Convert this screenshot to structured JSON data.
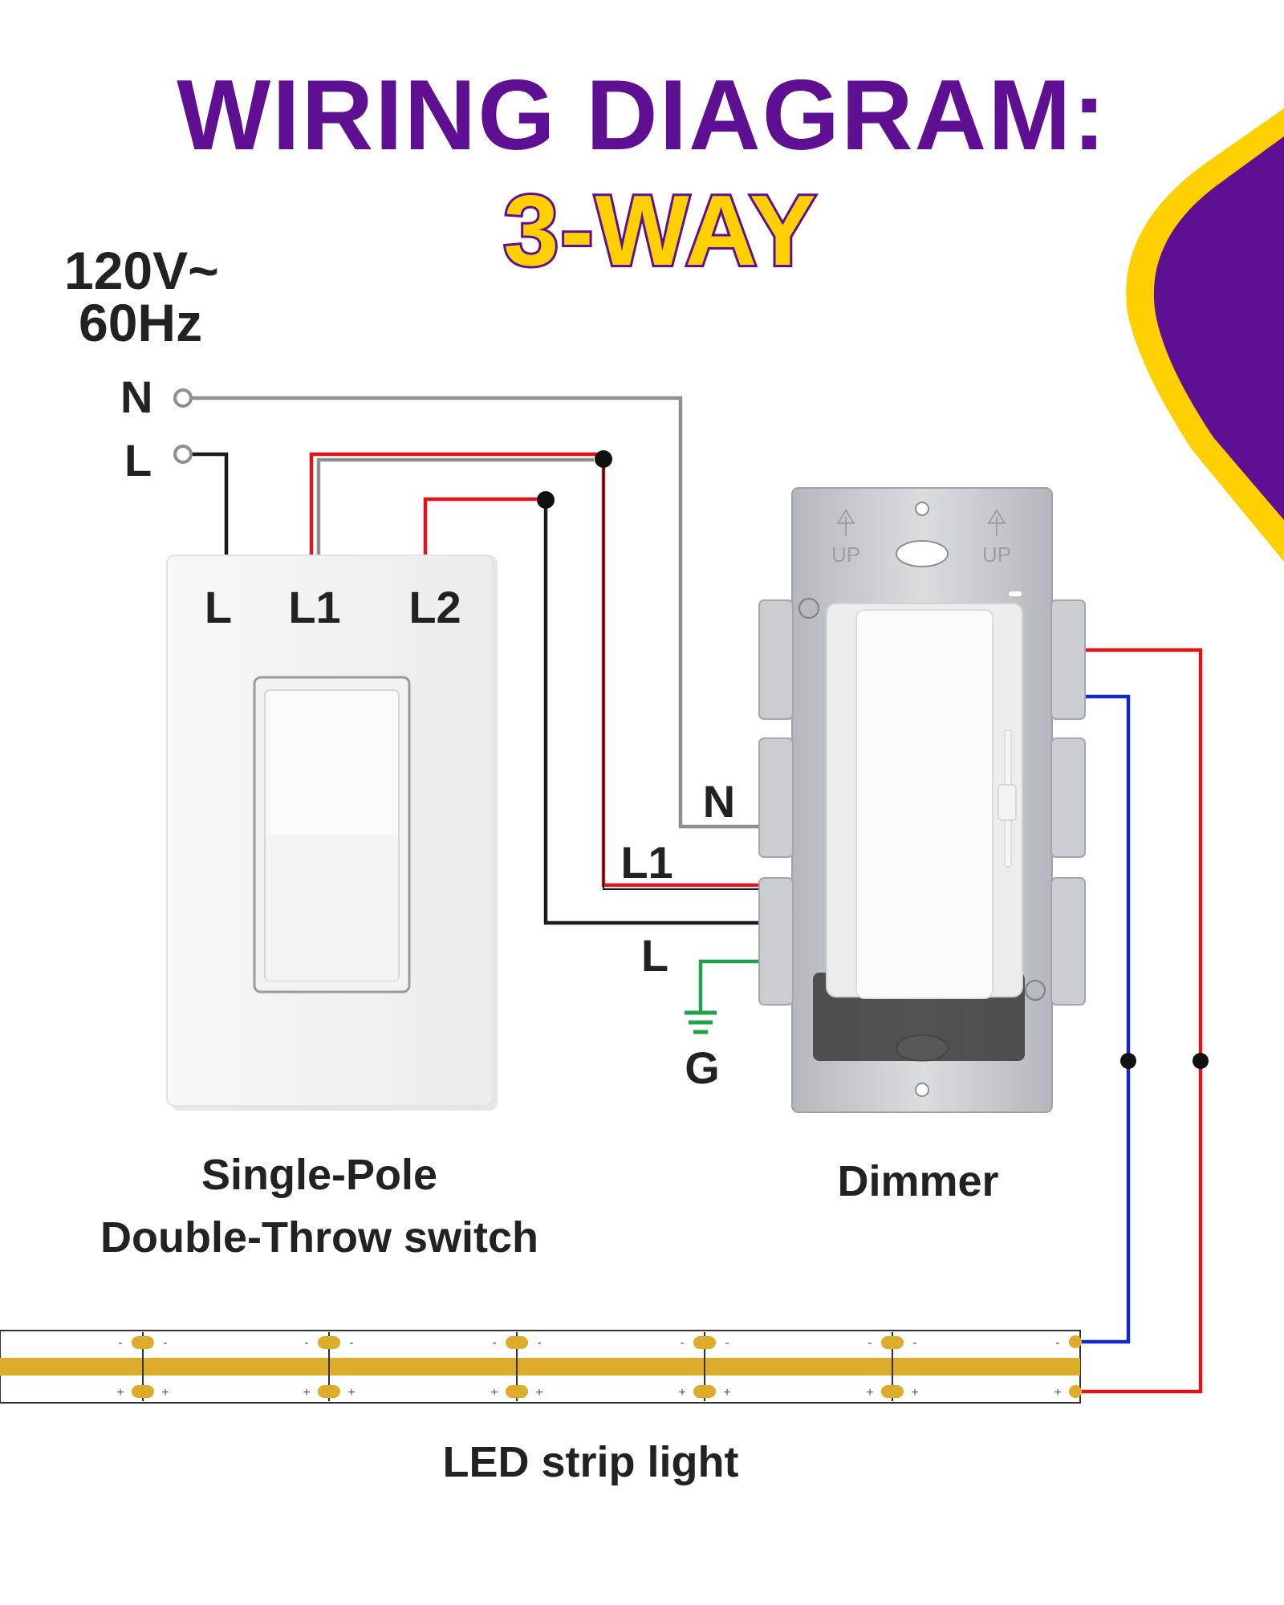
{
  "title": {
    "line1": "WIRING DIAGRAM:",
    "line2": "3-WAY"
  },
  "supply": {
    "line1": "120V~",
    "line2": "60Hz",
    "neutral_label": "N",
    "line_label": "L"
  },
  "switch": {
    "terminal_l": "L",
    "terminal_l1": "L1",
    "terminal_l2": "L2",
    "caption_line1": "Single-Pole",
    "caption_line2": "Double-Throw switch"
  },
  "dimmer": {
    "caption": "Dimmer",
    "up_mark": "UP",
    "lead_n": "N",
    "lead_l1": "L1",
    "lead_l": "L",
    "ground": "G"
  },
  "led_strip": {
    "caption": "LED strip light",
    "minus": "-",
    "plus": "+"
  },
  "colors": {
    "title_purple": "#5f0f92",
    "accent_yellow": "#ffd000",
    "wire_red": "#e0141c",
    "wire_black": "#1a1a1a",
    "wire_gray": "#8f8f8f",
    "wire_blue": "#1428c8",
    "wire_green": "#1fa34a",
    "strip_gold": "#dcac2a"
  }
}
